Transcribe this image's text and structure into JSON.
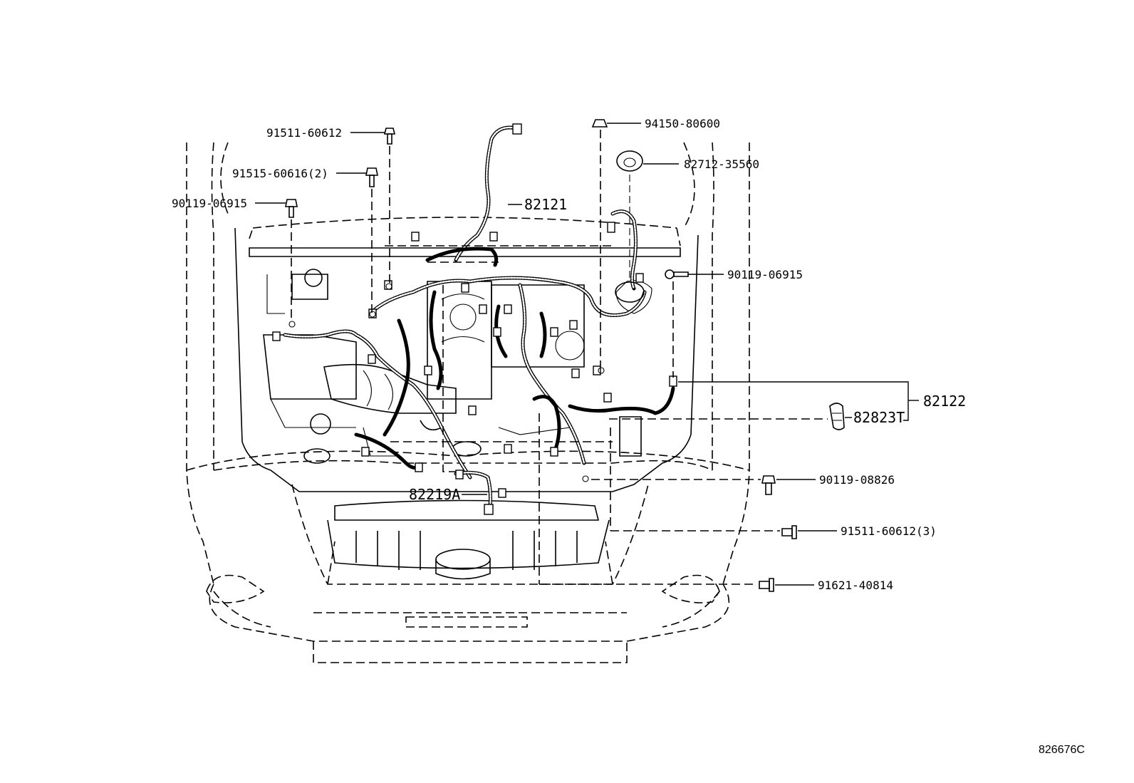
{
  "labels": {
    "p1": "91511-60612",
    "p2": "91515-60616(2)",
    "p3": "90119-06915",
    "p4": "94150-80600",
    "p5": "82712-35560",
    "p6": "82121",
    "p7": "90119-06915",
    "p8": "82122",
    "p9": "82823T",
    "p10": "90119-08826",
    "p11": "82219A",
    "p12": "91511-60612(3)",
    "p13": "91621-40814"
  },
  "figure_ref": "826676C"
}
